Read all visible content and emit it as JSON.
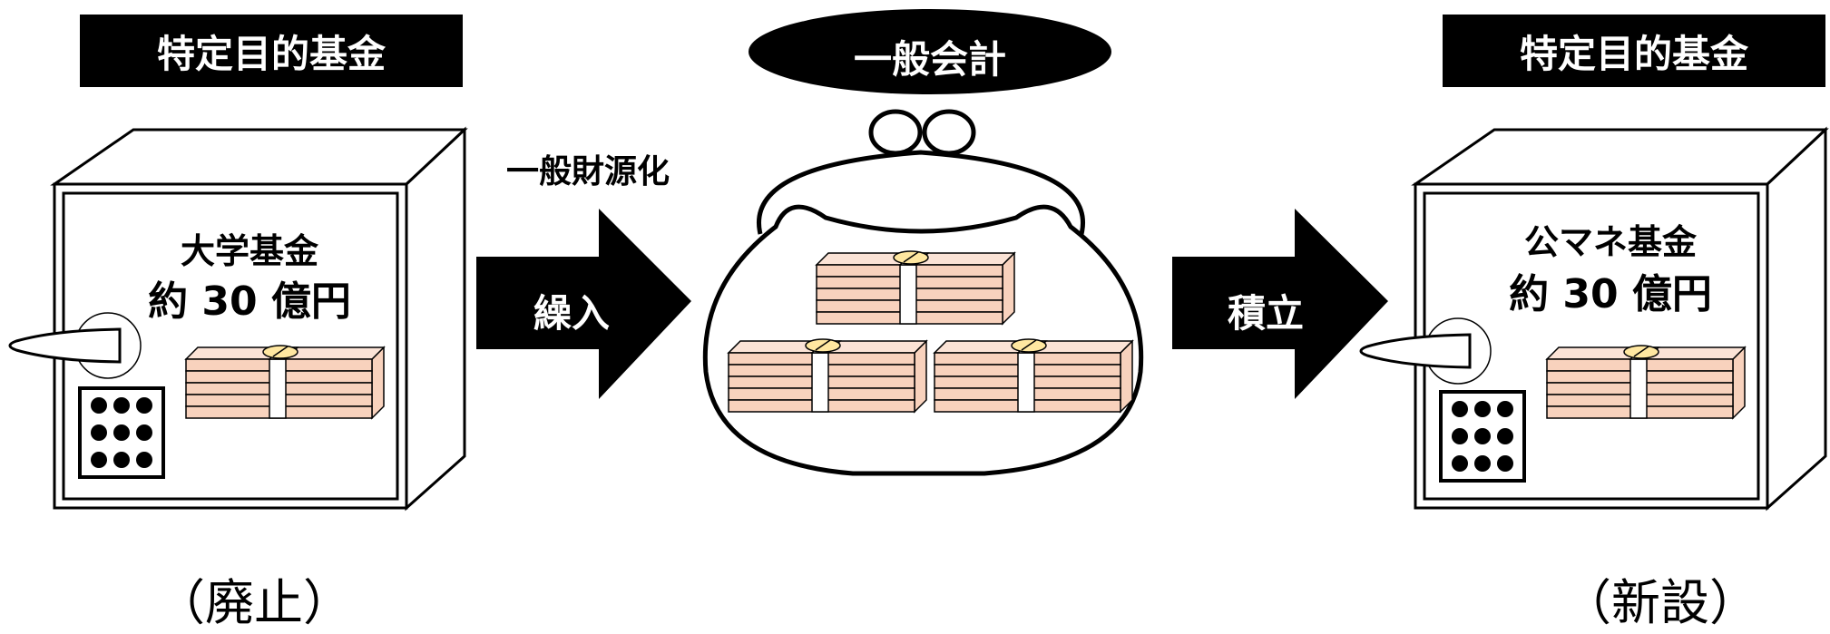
{
  "left_fund": {
    "header": "特定目的基金",
    "name": "大学基金",
    "amount": "約 30 億円",
    "status": "（廃止）"
  },
  "general_account": {
    "header": "一般会計"
  },
  "arrow_in": {
    "caption": "一般財源化",
    "label": "繰入"
  },
  "arrow_out": {
    "label": "積立"
  },
  "right_fund": {
    "header": "特定目的基金",
    "name": "公マネ基金",
    "amount": "約 30 億円",
    "status": "（新設）"
  }
}
